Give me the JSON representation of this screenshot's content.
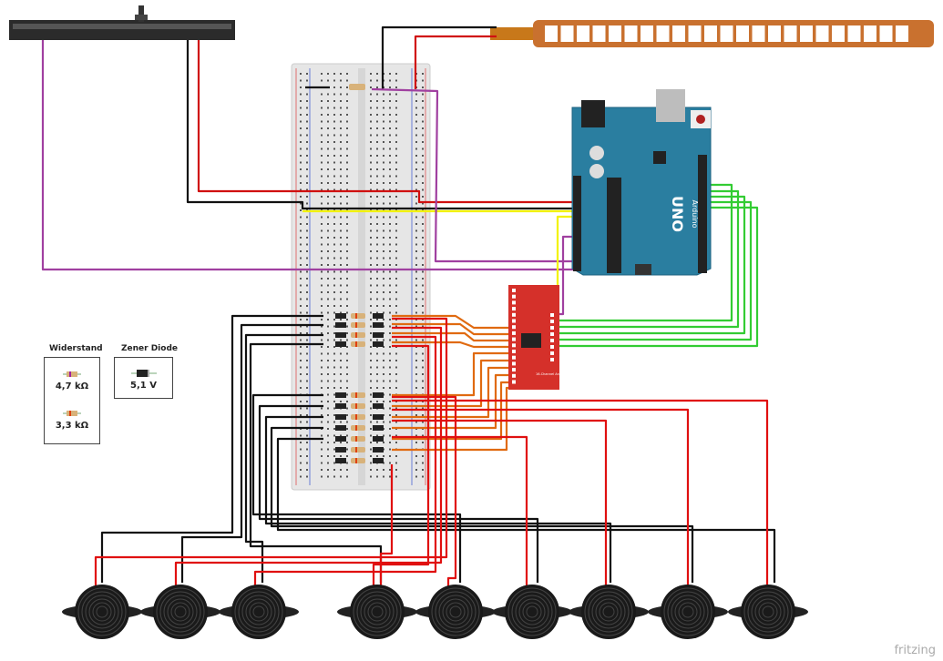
{
  "legend": {
    "resistor_title": "Widerstand",
    "resistor_values": [
      "4,7 kΩ",
      "3,3 kΩ"
    ],
    "zener_title": "Zener Diode",
    "zener_value": "5,1 V"
  },
  "arduino": {
    "brand": "Arduino",
    "model": "UNO"
  },
  "multiplexer": {
    "label": "16-Channel Analog Multiplexer"
  },
  "logo": "fritzing",
  "colors": {
    "arduino": "#2a7ea0",
    "multiplexer": "#d5302a",
    "wire_red": "#e01010",
    "wire_black": "#111111",
    "wire_green": "#33cc33",
    "wire_yellow": "#f2f200",
    "wire_purple": "#a040a0",
    "wire_orange": "#e06a10"
  },
  "buzzer_count": 9
}
